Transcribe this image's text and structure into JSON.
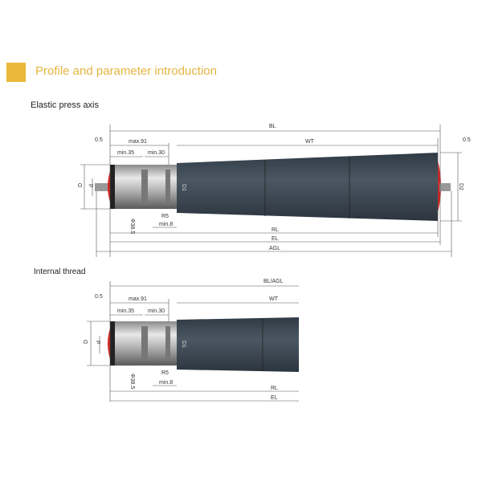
{
  "header": {
    "title": "Profile and parameter introduction",
    "accent": "#eab93a"
  },
  "sections": [
    {
      "title": "Elastic press axis",
      "labels": {
        "bl": "BL",
        "wt": "WT",
        "max": "max.91",
        "min35": "min.35",
        "min30": "min.30",
        "gap_left": "0.5",
        "gap_right": "0.5",
        "D": "D",
        "d": "d",
        "D1": "D1",
        "D2": "D2",
        "phi": "Φ38.5",
        "r5": "R5",
        "min8": "min.8",
        "rl": "RL",
        "el": "EL",
        "agl": "AGL"
      }
    },
    {
      "title": "Internal thread",
      "labels": {
        "bl": "BL/AGL",
        "wt": "WT",
        "max": "max.91",
        "min35": "min.35",
        "min30": "min.30",
        "gap_left": "0.5",
        "D": "D",
        "d": "d",
        "D1": "D1",
        "phi": "Φ38.5",
        "r5": "R5",
        "min8": "min.8",
        "rl": "RL",
        "el": "EL"
      }
    }
  ],
  "colors": {
    "tube": "#3d4a55",
    "cap": "#d8231e",
    "metal": "#b8b8b8"
  }
}
